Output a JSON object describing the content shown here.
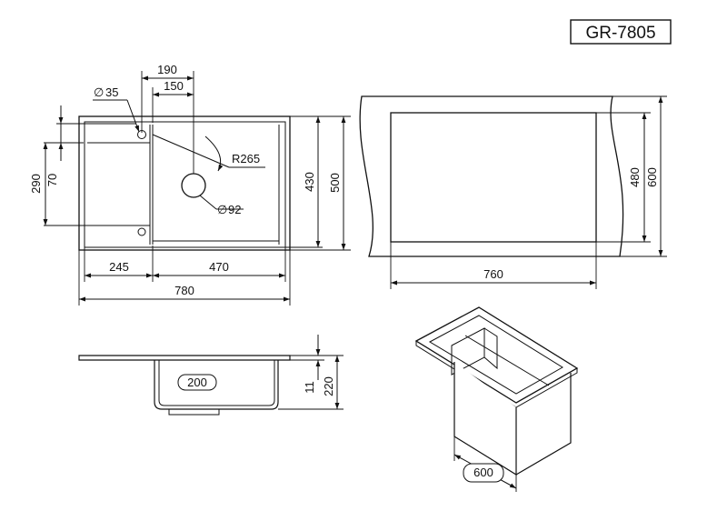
{
  "model": "GR-7805",
  "top_view": {
    "dim_190": "190",
    "dim_150": "150",
    "dim_hole_35": "35",
    "dim_R265": "R265",
    "dim_drain_92": "92",
    "dim_290": "290",
    "dim_70": "70",
    "dim_430": "430",
    "dim_500": "500",
    "dim_245": "245",
    "dim_470": "470",
    "dim_780": "780"
  },
  "cabinet_view": {
    "dim_480": "480",
    "dim_600": "600",
    "dim_760": "760"
  },
  "side_view": {
    "dim_200": "200",
    "dim_11": "11",
    "dim_220": "220"
  },
  "iso_view": {
    "dim_600": "600"
  },
  "symbols": {
    "diameter": "∅"
  }
}
